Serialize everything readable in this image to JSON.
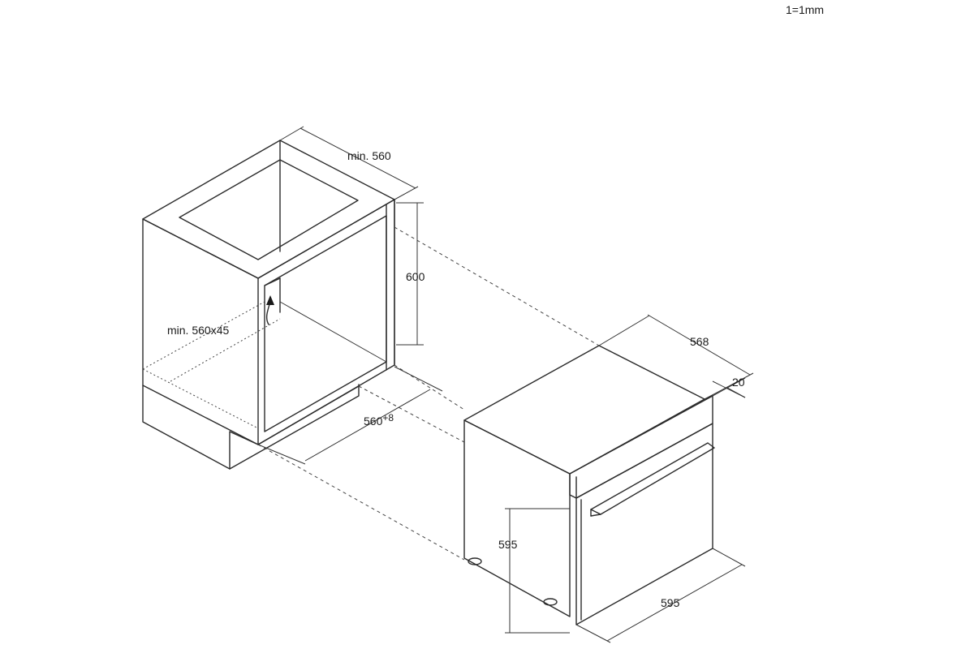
{
  "scale_note": "1=1mm",
  "cabinet": {
    "width_label": "min. 560",
    "height_label": "600",
    "vent_label": "min. 560x45",
    "depth_label_main": "560",
    "depth_label_sup": "+8"
  },
  "oven": {
    "depth_label": "568",
    "door_label": "20",
    "height_label": "595",
    "width_label": "595"
  },
  "icons": {
    "airflow": "airflow-arrow-icon"
  }
}
